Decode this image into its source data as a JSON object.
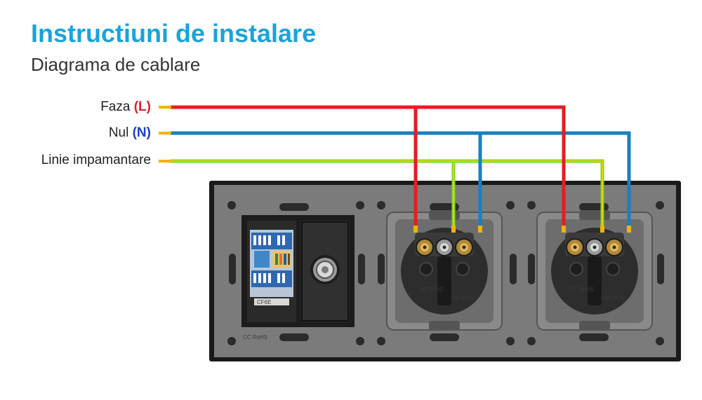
{
  "header": {
    "title": "Instructiuni de instalare",
    "subtitle": "Diagrama de cablare"
  },
  "wires": {
    "phase": {
      "name": "Faza",
      "tag": "(L)",
      "color": "#e31e24",
      "tag_color": "#e31e24"
    },
    "neutral": {
      "name": "Nul",
      "tag": "(N)",
      "color": "#1a7fc2",
      "tag_color": "#1a3fcf"
    },
    "earth": {
      "name": "Linie impamantare",
      "color": "#7ed321",
      "stripe": "#f5d800"
    }
  },
  "panel": {
    "frame_color": "#1a1a1a",
    "glass_color": "#7b7b7b",
    "data_module": {
      "marking": "CC RoHS",
      "connector": "CF6E"
    },
    "sockets": [
      {
        "marking_left": "CE RoHS",
        "marking_right": "16A 250V~"
      },
      {
        "marking_left": "CE RoHS",
        "marking_right": "16A 250V~"
      }
    ]
  }
}
